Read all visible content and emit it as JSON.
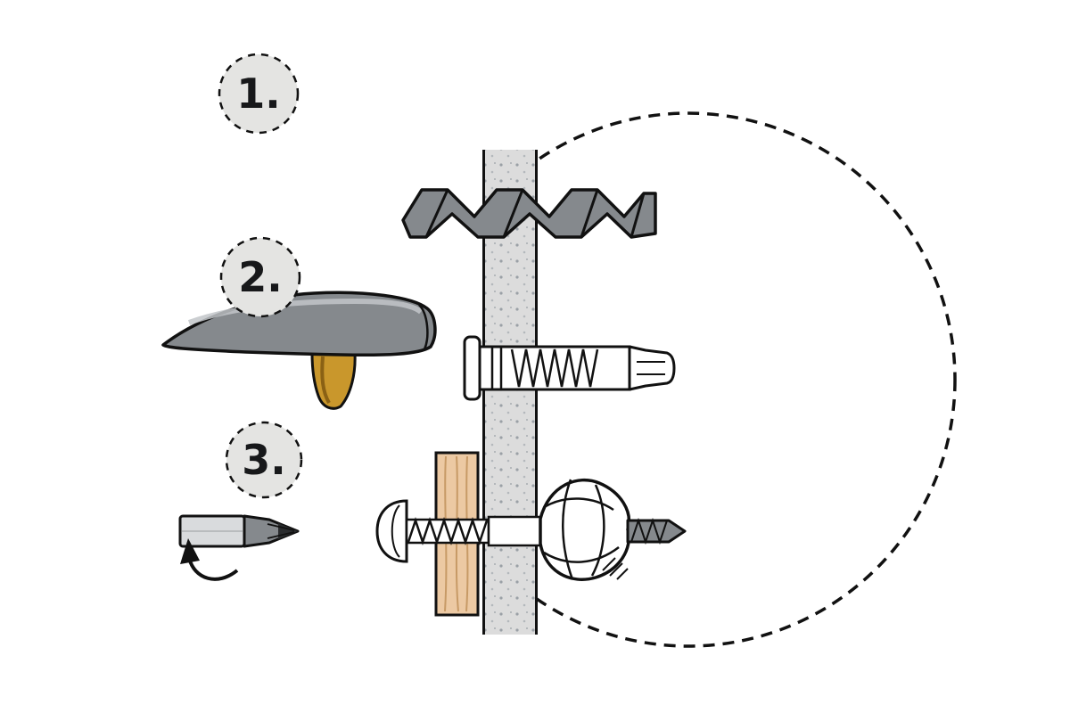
{
  "figure": {
    "type": "instructional-diagram",
    "subject": "wall-anchor-installation",
    "background": "#ffffff"
  },
  "steps": [
    {
      "label": "1.",
      "icon": "drill-bit-icon"
    },
    {
      "label": "2.",
      "icon": "hammer-icon"
    },
    {
      "label": "3.",
      "icon": "screwdriver-icon"
    }
  ],
  "icons": [
    "drill-bit-icon",
    "hammer-icon",
    "screwdriver-icon",
    "rotation-arrow-icon",
    "wall-anchor-icon",
    "expanded-anchor-knot-icon",
    "screw-icon",
    "wood-plank-icon",
    "wall-cross-section-icon",
    "magnifier-dashed-circle-icon"
  ],
  "colors": {
    "outline": "#111111",
    "badge_fill": "#e4e4e2",
    "wall": "#dcdcdc",
    "wall_speckle": "#9aa0a6",
    "steel": "#85898d",
    "steel_light": "#d9dbdd",
    "handle_wood": "#c9972c",
    "plank_wood": "#ecc9a3",
    "wood_grain": "#c79a66",
    "anchor_body": "#ffffff"
  }
}
